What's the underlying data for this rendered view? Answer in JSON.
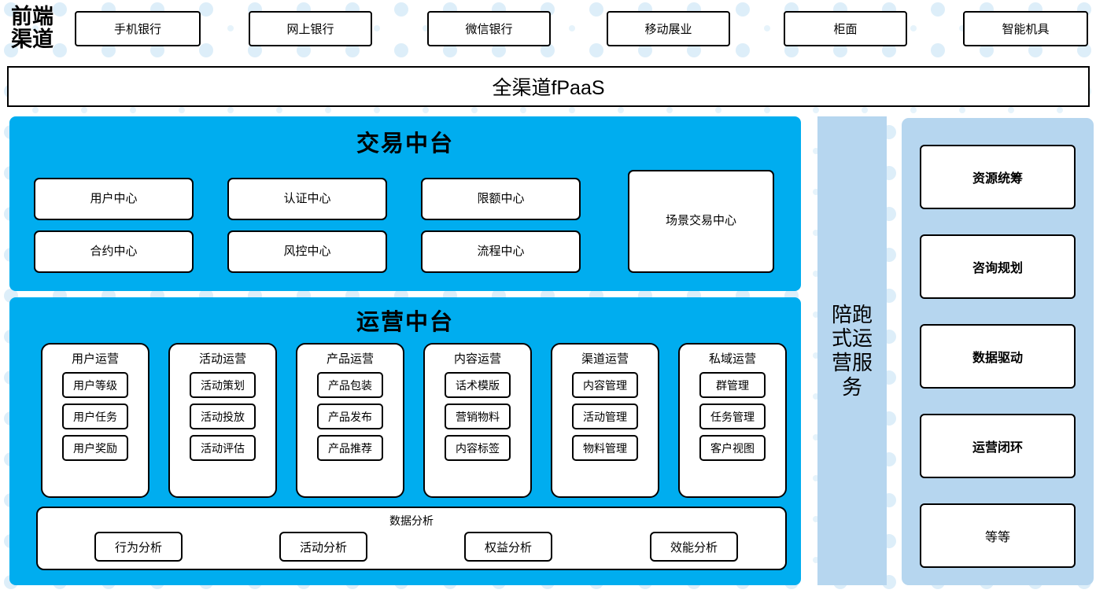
{
  "colors": {
    "primary_blue": "#00ADEF",
    "light_blue": "#B6D6EF",
    "dot_watermark": "#DDEEF9",
    "box_border": "#000000",
    "box_fill": "#FFFFFF"
  },
  "frontend": {
    "label_line1": "前端",
    "label_line2": "渠道",
    "channels": [
      {
        "label": "手机银行"
      },
      {
        "label": "网上银行"
      },
      {
        "label": "微信银行"
      },
      {
        "label": "移动展业"
      },
      {
        "label": "柜面"
      },
      {
        "label": "智能机具"
      }
    ]
  },
  "fpaas": {
    "label": "全渠道fPaaS"
  },
  "transaction_platform": {
    "title": "交易中台",
    "centers_row1": [
      "用户中心",
      "认证中心",
      "限额中心"
    ],
    "centers_row2": [
      "合约中心",
      "风控中心",
      "流程中心"
    ],
    "scene_center": "场景交易中心"
  },
  "operations_platform": {
    "title": "运营中台",
    "groups": [
      {
        "title": "用户运营",
        "items": [
          "用户等级",
          "用户任务",
          "用户奖励"
        ]
      },
      {
        "title": "活动运营",
        "items": [
          "活动策划",
          "活动投放",
          "活动评估"
        ]
      },
      {
        "title": "产品运营",
        "items": [
          "产品包装",
          "产品发布",
          "产品推荐"
        ]
      },
      {
        "title": "内容运营",
        "items": [
          "话术模版",
          "营销物料",
          "内容标签"
        ]
      },
      {
        "title": "渠道运营",
        "items": [
          "内容管理",
          "活动管理",
          "物料管理"
        ]
      },
      {
        "title": "私域运营",
        "items": [
          "群管理",
          "任务管理",
          "客户视图"
        ]
      }
    ],
    "data_analysis": {
      "title": "数据分析",
      "items": [
        "行为分析",
        "活动分析",
        "权益分析",
        "效能分析"
      ]
    }
  },
  "service_strip": {
    "label": "陪跑式运营服务",
    "lines": [
      "陪跑",
      "式运",
      "营服",
      "务"
    ]
  },
  "capability_panel": {
    "items": [
      {
        "label": "资源统筹",
        "bold": true
      },
      {
        "label": "咨询规划",
        "bold": true
      },
      {
        "label": "数据驱动",
        "bold": true
      },
      {
        "label": "运营闭环",
        "bold": true
      },
      {
        "label": "等等",
        "bold": false
      }
    ]
  }
}
